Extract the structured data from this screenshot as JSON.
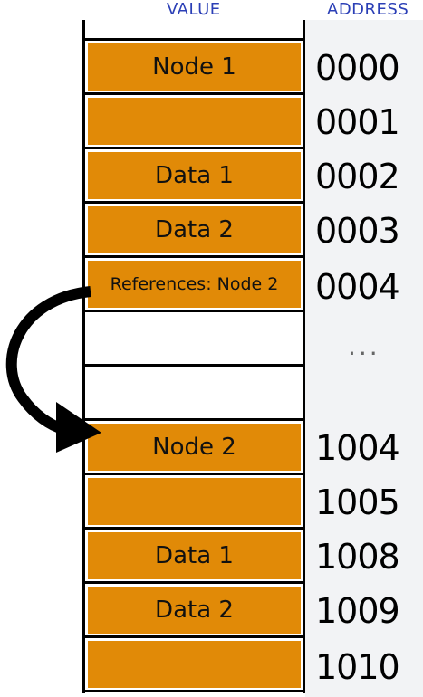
{
  "headers": {
    "value": "VALUE",
    "address": "ADDRESS"
  },
  "rows": [
    {
      "value": "Node 1",
      "address": "0000",
      "filled": true
    },
    {
      "value": "",
      "address": "0001",
      "filled": true
    },
    {
      "value": "Data 1",
      "address": "0002",
      "filled": true
    },
    {
      "value": "Data 2",
      "address": "0003",
      "filled": true
    },
    {
      "value": "References: Node 2",
      "address": "0004",
      "filled": true
    },
    {
      "value": "",
      "address": "",
      "filled": false
    },
    {
      "value": "",
      "address": "",
      "filled": false
    },
    {
      "value": "Node 2",
      "address": "1004",
      "filled": true
    },
    {
      "value": "",
      "address": "1005",
      "filled": true
    },
    {
      "value": "Data 1",
      "address": "1008",
      "filled": true
    },
    {
      "value": "Data 2",
      "address": "1009",
      "filled": true
    },
    {
      "value": "",
      "address": "1010",
      "filled": true
    }
  ],
  "ellipsis": "...",
  "colors": {
    "cell_fill": "#e18a07",
    "header_text": "#2b3fb6",
    "address_strip": "#f2f3f5"
  },
  "icons": {
    "reference_arrow": "curved-arrow-icon"
  }
}
